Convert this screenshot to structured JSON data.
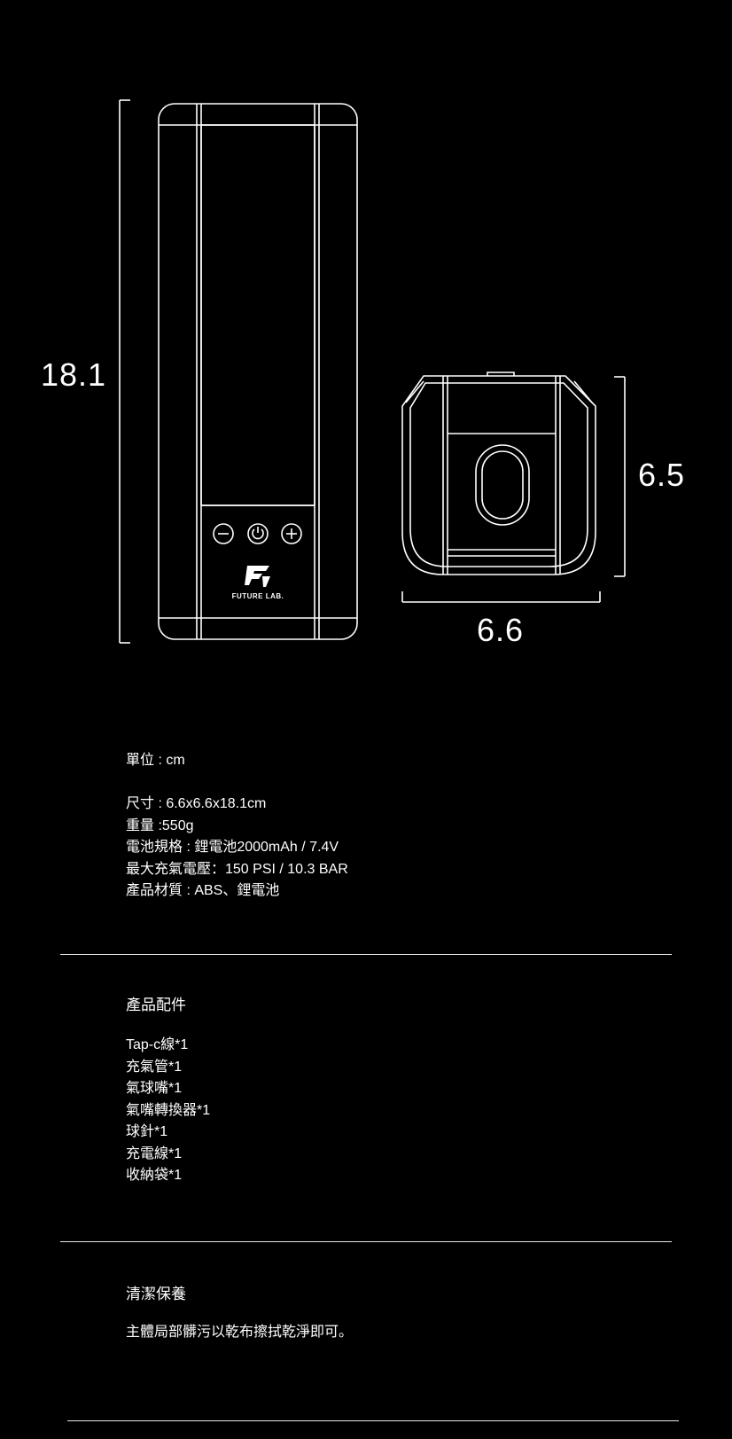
{
  "diagram": {
    "height_label": "18.1",
    "depth_label": "6.5",
    "width_label": "6.6",
    "brand_text": "FUTURE LAB."
  },
  "specs": {
    "unit": "單位 : cm",
    "lines": [
      "尺寸 : 6.6x6.6x18.1cm",
      "重量 :550g",
      "電池規格 : 鋰電池2000mAh / 7.4V",
      "最大充氣電壓：150 PSI / 10.3 BAR",
      "產品材質 : ABS、鋰電池"
    ]
  },
  "accessories": {
    "title": "產品配件",
    "items": [
      "Tap-c線*1",
      "充氣管*1",
      "氣球嘴*1",
      "氣嘴轉換器*1",
      "球針*1",
      "充電線*1",
      "收納袋*1"
    ]
  },
  "care": {
    "title": "清潔保養",
    "text": "主體局部髒污以乾布擦拭乾淨即可。"
  },
  "colors": {
    "background": "#000000",
    "foreground": "#ffffff"
  }
}
